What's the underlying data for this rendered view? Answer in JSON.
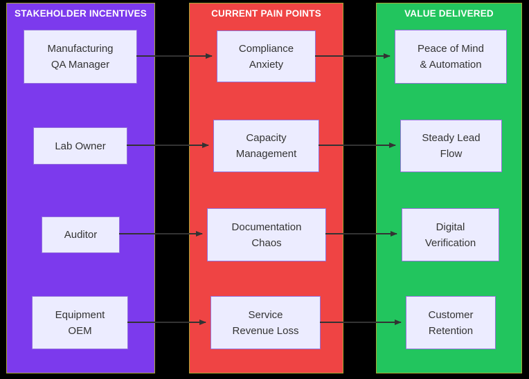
{
  "palette": {
    "background": "#000000",
    "column_border": "#aaaa33",
    "node_fill": "#ececff",
    "node_border": "#9370db",
    "node_text": "#333333",
    "arrow_color": "#333333",
    "header_text": "#ffffff",
    "stakeholders_column": "#7c3aed",
    "pain_points_column": "#ef4444",
    "value_column": "#22c55e"
  },
  "columns": [
    {
      "title": "STAKEHOLDER INCENTIVES",
      "color": "#7c3aed",
      "nodes": [
        {
          "label": "Manufacturing\nQA Manager"
        },
        {
          "label": "Lab Owner"
        },
        {
          "label": "Auditor"
        },
        {
          "label": "Equipment\nOEM"
        }
      ]
    },
    {
      "title": "CURRENT PAIN POINTS",
      "color": "#ef4444",
      "nodes": [
        {
          "label": "Compliance\nAnxiety"
        },
        {
          "label": "Capacity\nManagement"
        },
        {
          "label": "Documentation\nChaos"
        },
        {
          "label": "Service\nRevenue Loss"
        }
      ]
    },
    {
      "title": "VALUE DELIVERED",
      "color": "#22c55e",
      "nodes": [
        {
          "label": "Peace of Mind\n& Automation"
        },
        {
          "label": "Steady Lead\nFlow"
        },
        {
          "label": "Digital\nVerification"
        },
        {
          "label": "Customer\nRetention"
        }
      ]
    }
  ],
  "flows": [
    {
      "from": "Manufacturing QA Manager",
      "to": "Compliance Anxiety"
    },
    {
      "from": "Compliance Anxiety",
      "to": "Peace of Mind & Automation"
    },
    {
      "from": "Lab Owner",
      "to": "Capacity Management"
    },
    {
      "from": "Capacity Management",
      "to": "Steady Lead Flow"
    },
    {
      "from": "Auditor",
      "to": "Documentation Chaos"
    },
    {
      "from": "Documentation Chaos",
      "to": "Digital Verification"
    },
    {
      "from": "Equipment OEM",
      "to": "Service Revenue Loss"
    },
    {
      "from": "Service Revenue Loss",
      "to": "Customer Retention"
    }
  ]
}
